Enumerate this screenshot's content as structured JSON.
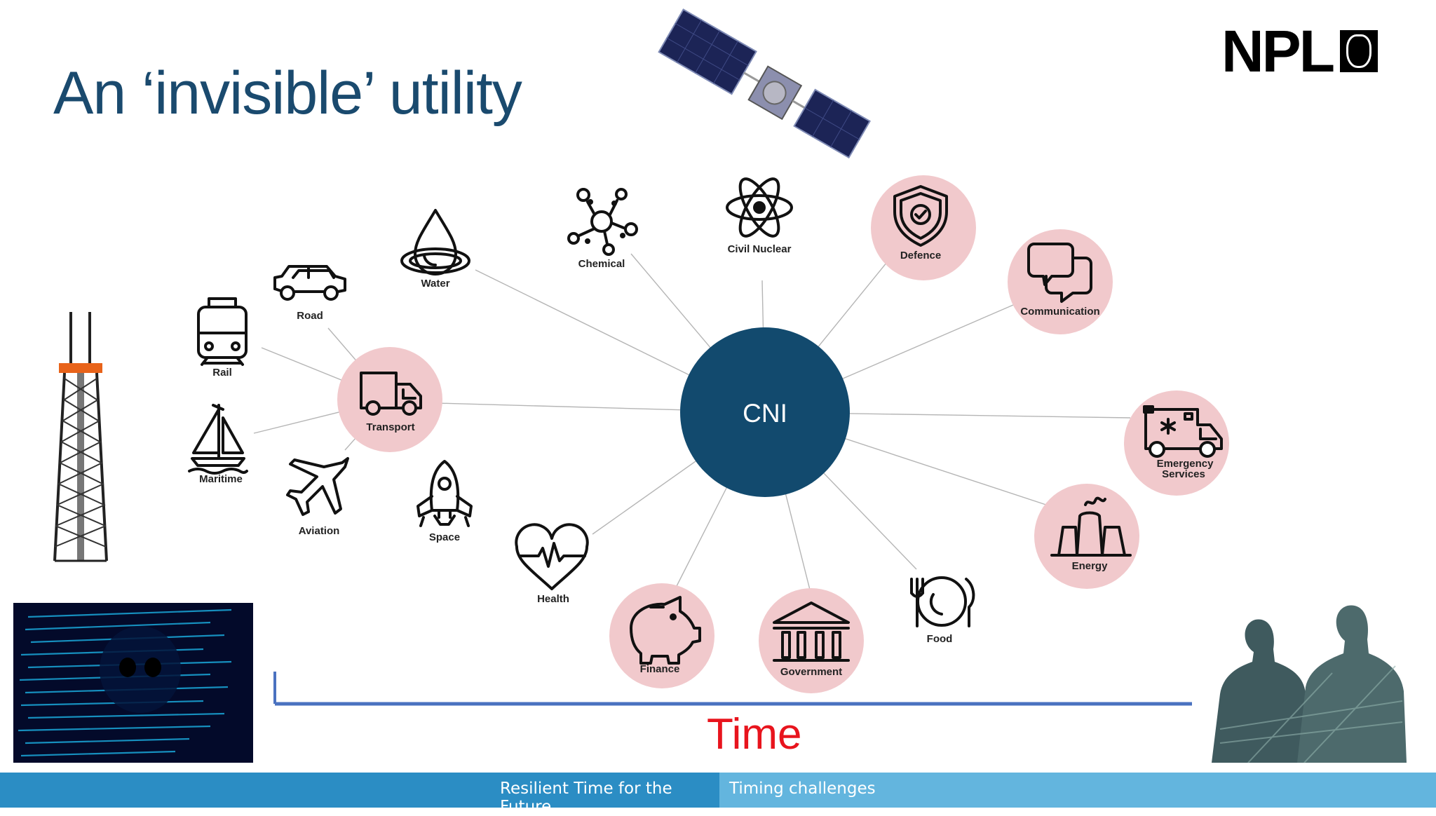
{
  "slide": {
    "title": "An ‘invisible’ utility",
    "logo_text": "NPL",
    "time_label": "Time"
  },
  "hub": {
    "label": "CNI",
    "color": "#124a6e"
  },
  "sectors": {
    "water": "Water",
    "chemical": "Chemical",
    "civil_nuclear": "Civil Nuclear",
    "defence": "Defence",
    "communication": "Communication",
    "emergency_line1": "Emergency",
    "emergency_line2": "Services",
    "energy": "Energy",
    "food": "Food",
    "government": "Government",
    "finance": "Finance",
    "health": "Health",
    "transport": "Transport",
    "road": "Road",
    "rail": "Rail",
    "maritime": "Maritime",
    "aviation": "Aviation",
    "space": "Space"
  },
  "footer": {
    "left": "Resilient Time for the Future",
    "right": "Timing challenges"
  },
  "colors": {
    "highlight_circle": "#f1c9cc",
    "timeline": "#4a72c0",
    "footer_left": "#2b8dc4",
    "footer_right": "#63b5de",
    "time_text": "#e8141d"
  }
}
